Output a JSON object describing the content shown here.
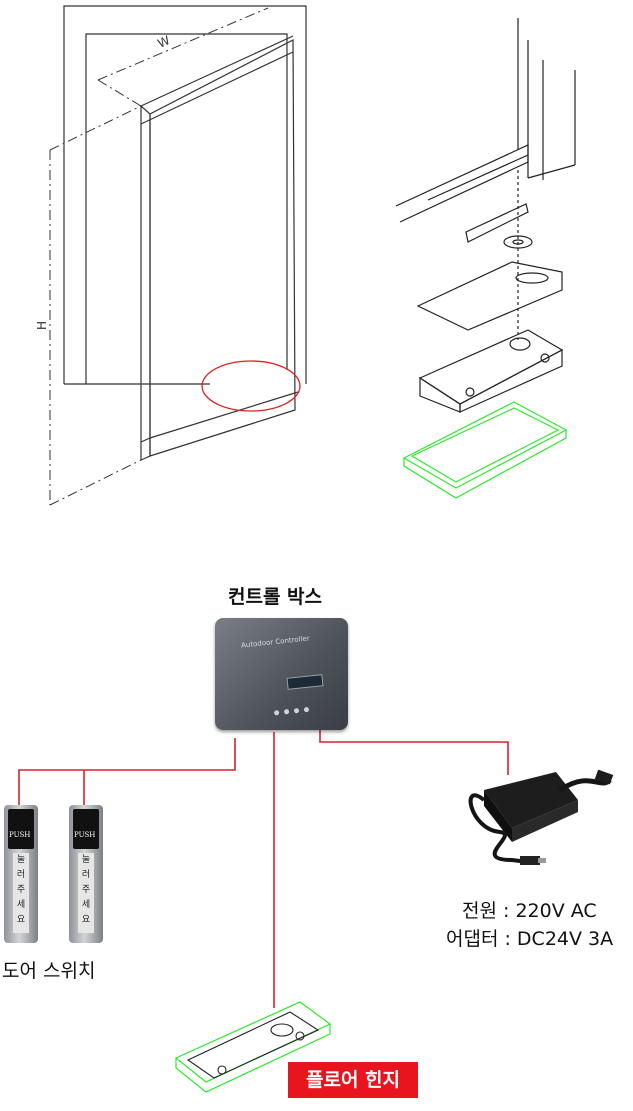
{
  "door_drawing": {
    "width_label": "W",
    "height_label": "H"
  },
  "controller": {
    "title": "컨트롤 박스",
    "device_text": "Autodoor Controller"
  },
  "switch": {
    "label": "도어 스위치",
    "button_text": "PUSH",
    "sign_chars": [
      "눌",
      "러",
      "주",
      "세",
      "요"
    ]
  },
  "adapter": {
    "line1": "전원 : 220V AC",
    "line2": "어댑터 : DC24V 3A"
  },
  "hinge": {
    "label": "플로어 힌지",
    "label_bg": "#e8141e"
  },
  "colors": {
    "wire": "#d9232a",
    "highlight": "#2ee82e",
    "ellipse": "#e02020"
  }
}
